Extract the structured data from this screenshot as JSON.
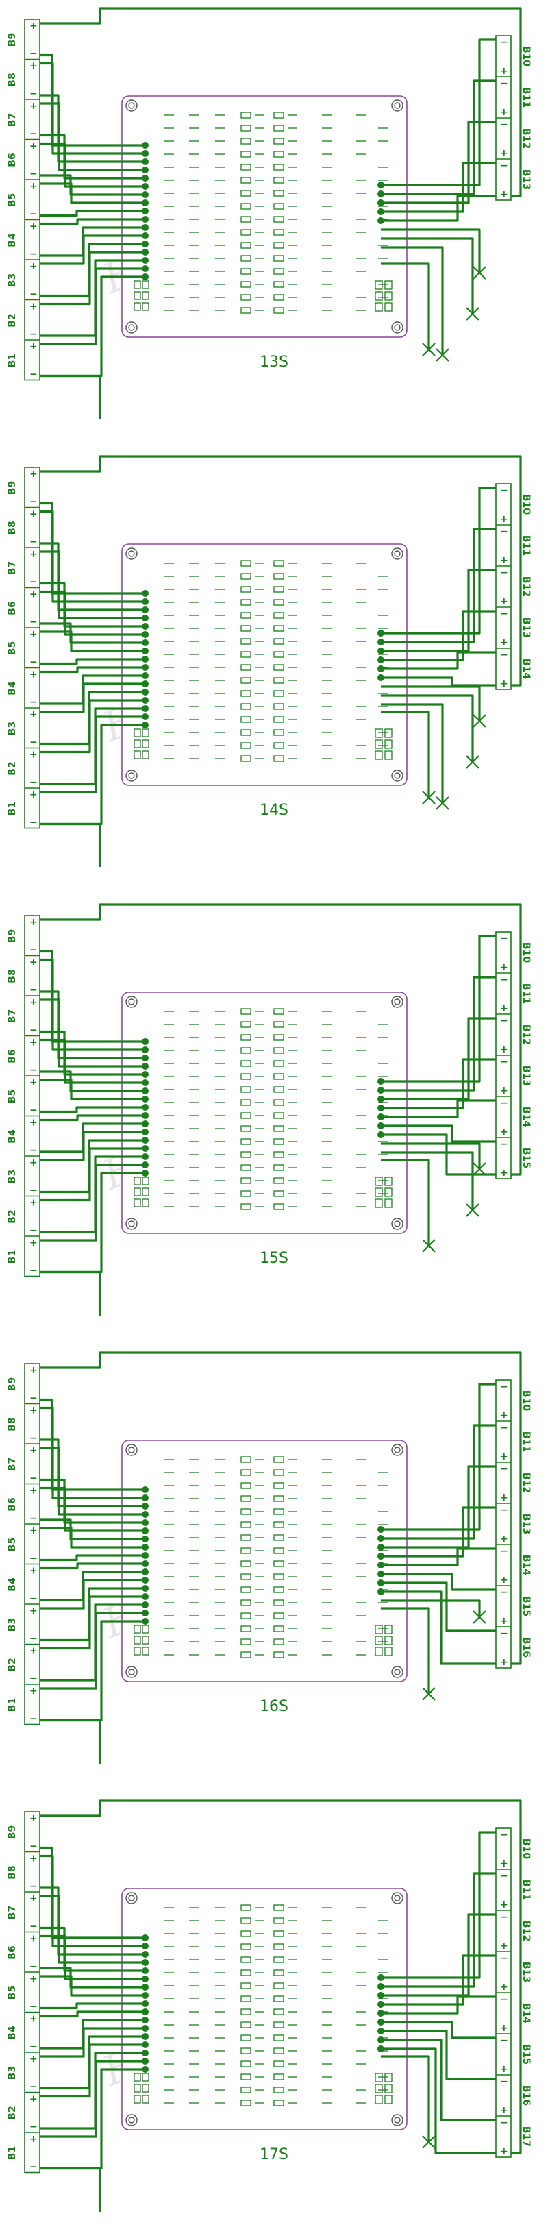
{
  "watermark": "Hantian Store",
  "left_labels": [
    "B9",
    "B8",
    "B7",
    "B6",
    "B5",
    "B4",
    "B3",
    "B2",
    "B1"
  ],
  "boards": [
    {
      "title": "13S",
      "right_labels": [
        "B10",
        "B11",
        "B12",
        "B13"
      ]
    },
    {
      "title": "14S",
      "right_labels": [
        "B10",
        "B11",
        "B12",
        "B13",
        "B14"
      ]
    },
    {
      "title": "15S",
      "right_labels": [
        "B10",
        "B11",
        "B12",
        "B13",
        "B14",
        "B15"
      ]
    },
    {
      "title": "16S",
      "right_labels": [
        "B10",
        "B11",
        "B12",
        "B13",
        "B14",
        "B15",
        "B16"
      ]
    },
    {
      "title": "17S",
      "right_labels": [
        "B10",
        "B11",
        "B12",
        "B13",
        "B14",
        "B15",
        "B16",
        "B17"
      ]
    }
  ],
  "terminal_signs": {
    "plus": "+",
    "minus": "−"
  }
}
